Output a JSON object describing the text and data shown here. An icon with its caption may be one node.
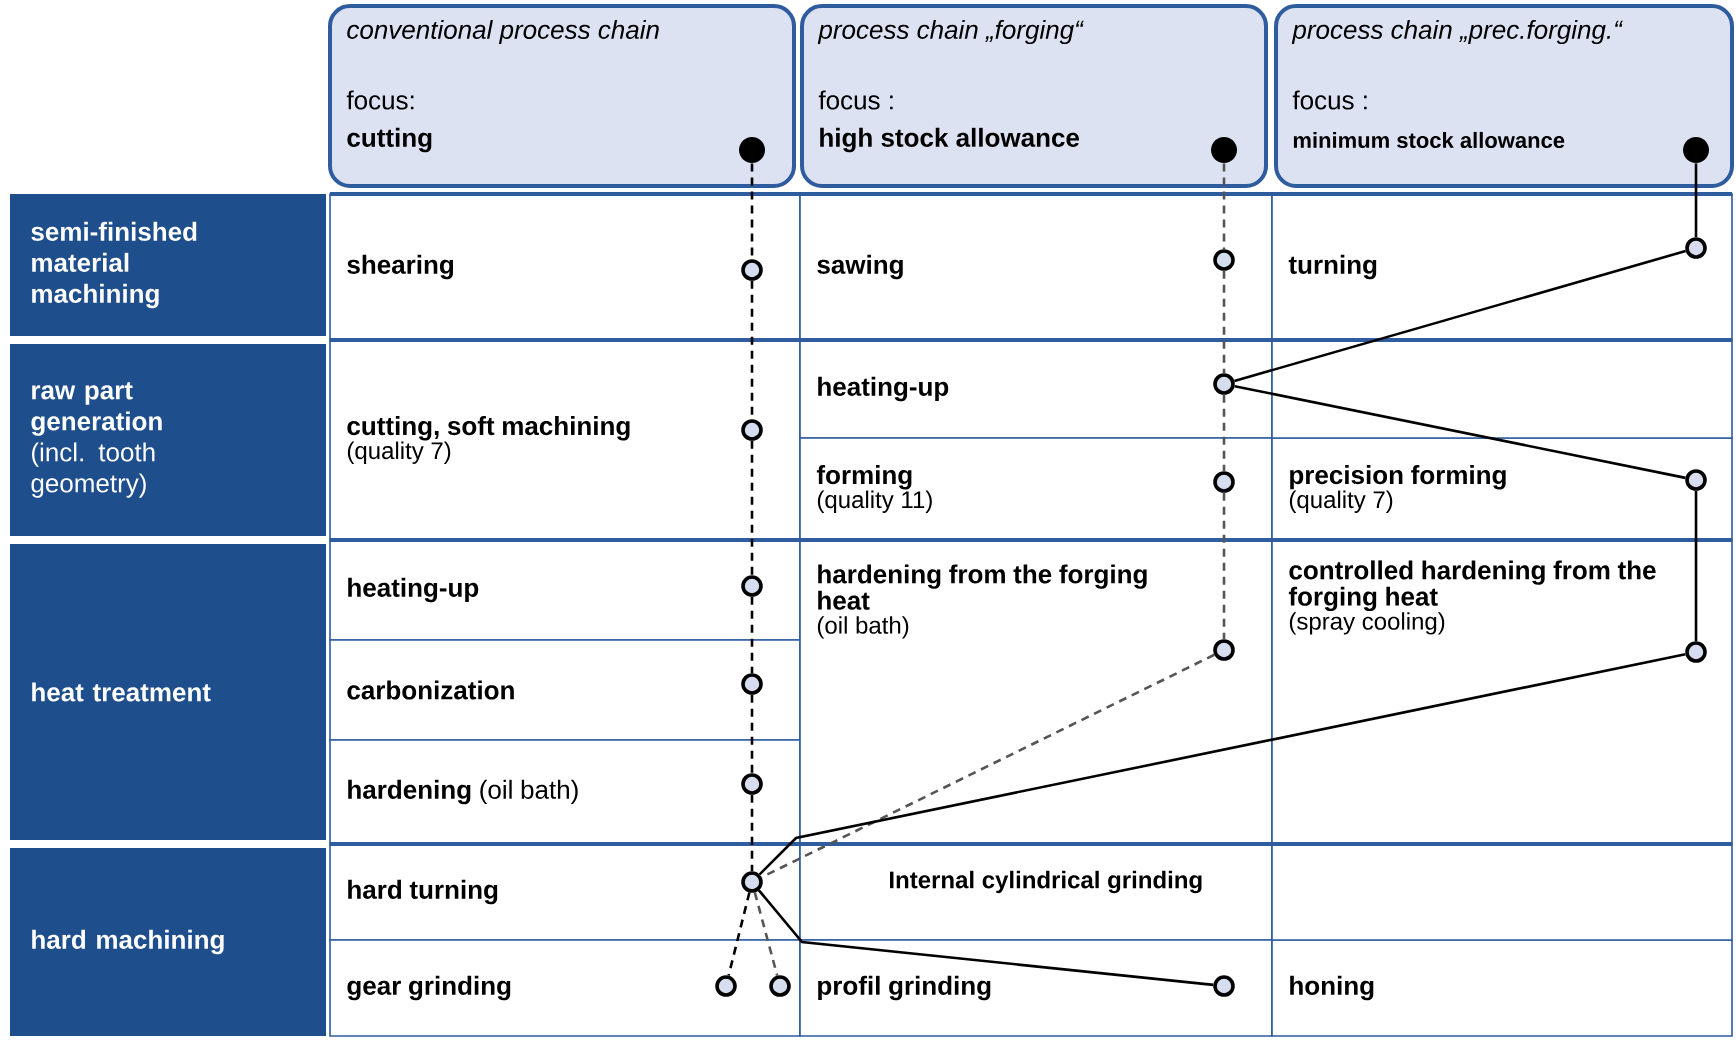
{
  "diagram": {
    "nodes": [
      {
        "text": [
          "conventional process chain",
          "focus:",
          "cutting"
        ]
      },
      {
        "text": [],
        "shape": "circle",
        "in": 0
      },
      {
        "text": [
          "process chain „forging“",
          "focus :",
          "high stock allowance"
        ]
      },
      {
        "text": [],
        "shape": "circle",
        "in": 2
      },
      {
        "text": [
          "process chain „prec.forging.“",
          "focus :",
          "minimum stock allowance"
        ]
      },
      {
        "text": [],
        "shape": "circle",
        "in": 4
      },
      {
        "text": [
          "semi-finished material machining"
        ]
      },
      {
        "text": [
          "shearing"
        ]
      },
      {
        "text": [],
        "shape": "circle",
        "in": 7
      },
      {
        "text": [
          "sawing"
        ]
      },
      {
        "text": [],
        "shape": "circle",
        "in": 9
      },
      {
        "text": [
          "turning"
        ]
      },
      {
        "text": [],
        "shape": "circle",
        "in": 11
      },
      {
        "text": [
          "raw part generation",
          "(incl. tooth geometry)"
        ]
      },
      {
        "text": [
          "cutting, soft machining",
          "(quality 7)"
        ]
      },
      {
        "text": [],
        "shape": "circle",
        "in": 14
      },
      {
        "text": [
          "heating-up"
        ]
      },
      {
        "text": [],
        "shape": "circle",
        "in": 16
      },
      {
        "text": [
          "forming",
          "(quality 11)"
        ]
      },
      {
        "text": [],
        "shape": "circle",
        "in": 18
      },
      {
        "text": [
          "precision forming",
          "(quality 7)"
        ]
      },
      {
        "text": [],
        "shape": "circle",
        "in": 20
      },
      {
        "text": [
          "heat treatment"
        ]
      },
      {
        "text": [
          "heating-up"
        ]
      },
      {
        "text": [],
        "shape": "circle",
        "in": 23
      },
      {
        "text": [
          "carbonization"
        ]
      },
      {
        "text": [],
        "shape": "circle",
        "in": 25
      },
      {
        "text": [
          "**hardening** (oil bath)"
        ]
      },
      {
        "text": [],
        "shape": "circle",
        "in": 27
      },
      {
        "text": [
          "hardening from the forging heat",
          "(oil bath)"
        ]
      },
      {
        "text": [],
        "shape": "circle",
        "in": 29
      },
      {
        "text": [
          "controlled hardening from the forging heat",
          "(spray cooling)"
        ]
      },
      {
        "text": [],
        "shape": "circle",
        "in": 31
      },
      {
        "text": [
          "hard machining"
        ]
      },
      {
        "text": [
          "hard turning"
        ]
      },
      {
        "text": [],
        "shape": "circle",
        "in": 34
      },
      {
        "text": [
          "Internal cylindrical grinding"
        ]
      },
      {
        "text": [
          "gear grinding"
        ]
      },
      {
        "text": [],
        "shape": "circle",
        "in": 37
      },
      {
        "text": [],
        "shape": "circle",
        "in": 37
      },
      {
        "text": [
          "profil grinding"
        ]
      },
      {
        "text": [],
        "shape": "circle",
        "in": 40
      },
      {
        "text": [
          "honing"
        ]
      }
    ],
    "edges": [
      {
        "from": 1,
        "to": 8,
        "arrow": "none",
        "style": "dashed"
      },
      {
        "from": 8,
        "to": 15,
        "arrow": "none",
        "style": "dashed"
      },
      {
        "from": 15,
        "to": 24,
        "arrow": "none",
        "style": "dashed"
      },
      {
        "from": 24,
        "to": 26,
        "arrow": "none",
        "style": "dashed"
      },
      {
        "from": 26,
        "to": 28,
        "arrow": "none",
        "style": "dashed"
      },
      {
        "from": 28,
        "to": 35,
        "arrow": "none",
        "style": "dashed"
      },
      {
        "from": 35,
        "to": 38,
        "arrow": "none",
        "style": "dashed"
      },
      {
        "from": 3,
        "to": 10,
        "arrow": "none",
        "style": "dashed",
        "color": "#555555"
      },
      {
        "from": 10,
        "to": 17,
        "arrow": "none",
        "style": "dashed",
        "color": "#555555"
      },
      {
        "from": 17,
        "to": 19,
        "arrow": "none",
        "style": "dashed",
        "color": "#555555"
      },
      {
        "from": 19,
        "to": 30,
        "arrow": "none",
        "style": "dashed",
        "color": "#555555"
      },
      {
        "from": 30,
        "to": 35,
        "arrow": "none",
        "style": "dashed",
        "color": "#555555"
      },
      {
        "from": 35,
        "to": 39,
        "arrow": "none",
        "style": "dashed",
        "color": "#555555"
      },
      {
        "from": 5,
        "to": 12,
        "arrow": "none"
      },
      {
        "from": 12,
        "to": 17,
        "arrow": "none"
      },
      {
        "from": 17,
        "to": 21,
        "arrow": "none"
      },
      {
        "from": 21,
        "to": 32,
        "arrow": "none"
      },
      {
        "from": 32,
        "to": 35,
        "arrow": "none"
      },
      {
        "from": 35,
        "to": 41,
        "arrow": "none"
      }
    ]
  }
}
